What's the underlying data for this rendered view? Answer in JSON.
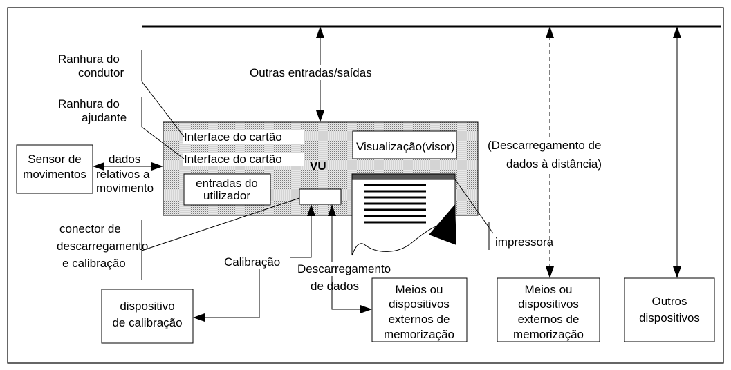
{
  "labels": {
    "outras_es": "Outras entradas/saídas",
    "ranhura_condutor_1": "Ranhura do",
    "ranhura_condutor_2": "condutor",
    "ranhura_ajudante_1": "Ranhura do",
    "ranhura_ajudante_2": "ajudante",
    "interface_cartao_1": "Interface do cartão",
    "interface_cartao_2": "Interface do cartão",
    "visualizacao": "Visualização(visor)",
    "vu": "VU",
    "sensor_1": "Sensor de",
    "sensor_2": "movimentos",
    "dados_1": "dados",
    "dados_2": "relativos a",
    "dados_3": "movimento",
    "entradas_1": "entradas do",
    "entradas_2": "utilizador",
    "conector_1": "conector de",
    "conector_2": "descarregamento",
    "conector_3": "e calibração",
    "calibracao": "Calibração",
    "descarregamento_1": "Descarregamento",
    "descarregamento_2": "de dados",
    "disp_calibracao_1": "dispositivo",
    "disp_calibracao_2": "de calibração",
    "meios_a_1": "Meios ou",
    "meios_a_2": "dispositivos",
    "meios_a_3": "externos de",
    "meios_a_4": "memorização",
    "meios_b_1": "Meios ou",
    "meios_b_2": "dispositivos",
    "meios_b_3": "externos de",
    "meios_b_4": "memorização",
    "outros_1": "Outros",
    "outros_2": "dispositivos",
    "impressora": "impressora",
    "remoto_1": "(Descarregamento de",
    "remoto_2": "dados à distância)"
  }
}
